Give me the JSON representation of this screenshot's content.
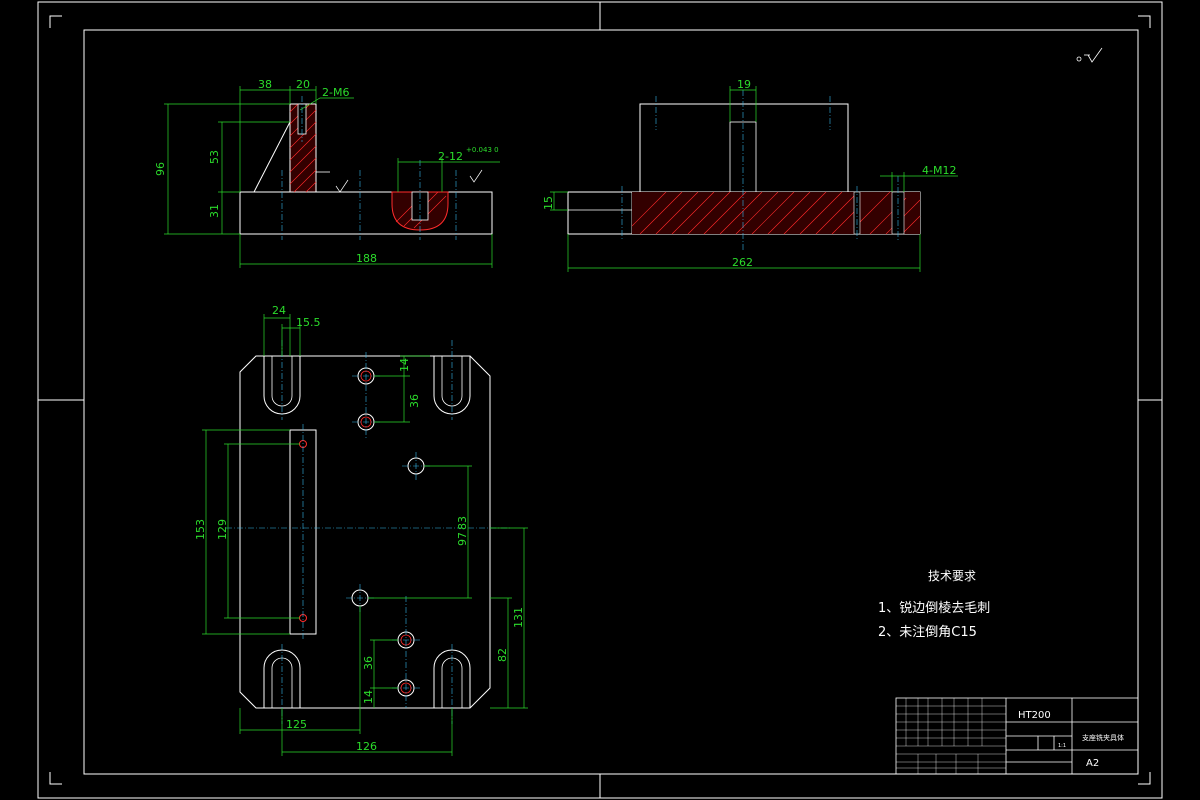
{
  "views": {
    "front": {
      "dims": {
        "d38": "38",
        "d20": "20",
        "thread": "2-M6",
        "d96": "96",
        "d53": "53",
        "d31": "31",
        "d188": "188",
        "hole": "2-12",
        "tol": "+0.043\n0"
      }
    },
    "side": {
      "dims": {
        "d19": "19",
        "d15": "15",
        "d262": "262",
        "thread": "4-M12"
      }
    },
    "top": {
      "dims": {
        "d24": "24",
        "d15_5": "15.5",
        "d14a": "14",
        "d36a": "36",
        "d153": "153",
        "d129": "129",
        "d97": "97",
        "d83": "83",
        "d131": "131",
        "d82": "82",
        "d36b": "36",
        "d14b": "14",
        "d125": "125",
        "d126": "126"
      }
    }
  },
  "notes": {
    "heading": "技术要求",
    "item1": "1、锐边倒棱去毛刺",
    "item2": "2、未注倒角C15"
  },
  "title_block": {
    "material": "HT200",
    "part_name": "支座铣夹具体",
    "sheet_size": "A2",
    "scale": "1:1"
  },
  "colors": {
    "border": "#ffffff",
    "dimension": "#2bdc2b",
    "hatch": "#ff2b2b",
    "centerline": "#35b6e8"
  }
}
